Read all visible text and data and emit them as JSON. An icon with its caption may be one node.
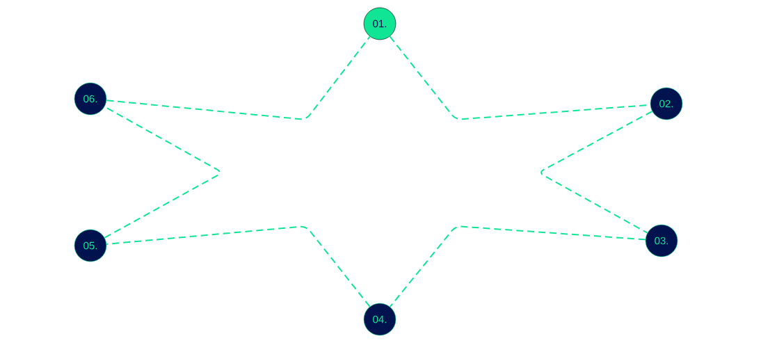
{
  "diagram": {
    "nodes": [
      {
        "text": [
          "01."
        ]
      },
      {
        "text": [
          "02."
        ]
      },
      {
        "text": [
          "03."
        ]
      },
      {
        "text": [
          "04."
        ]
      },
      {
        "text": [
          "05."
        ]
      },
      {
        "text": [
          "06."
        ]
      }
    ],
    "edges": [
      {
        "from": 0,
        "to": 1,
        "arrow": "none",
        "style": "dashed"
      },
      {
        "from": 1,
        "to": 2,
        "arrow": "none",
        "style": "dashed"
      },
      {
        "from": 2,
        "to": 3,
        "arrow": "none",
        "style": "dashed"
      },
      {
        "from": 3,
        "to": 4,
        "arrow": "none",
        "style": "dashed"
      },
      {
        "from": 4,
        "to": 5,
        "arrow": "none",
        "style": "dashed"
      },
      {
        "from": 5,
        "to": 0,
        "arrow": "none",
        "style": "dashed"
      }
    ]
  }
}
